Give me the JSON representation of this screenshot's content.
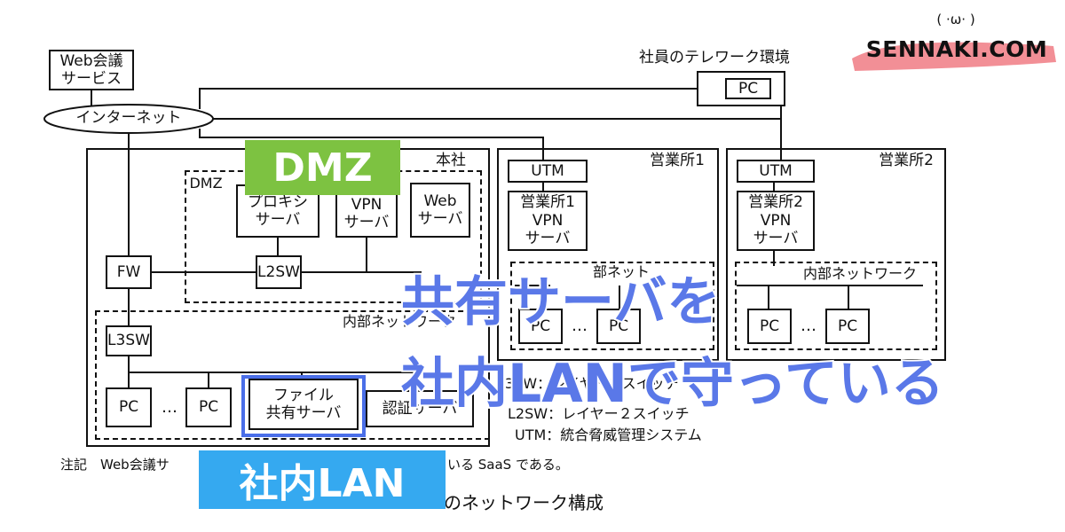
{
  "brand": {
    "text": "SENNAKI.COM",
    "face": "( ·ω· )",
    "accent": "#f07b84"
  },
  "highlights": {
    "dmz": "DMZ",
    "lan": "社内LAN"
  },
  "overlay": {
    "line1": "共有サーバを",
    "line2": "社内LANで守っている"
  },
  "diagram": {
    "web_conf": "Web会議\nサービス",
    "internet": "インターネット",
    "telework_title": "社員のテレワーク環境",
    "telework_pc": "PC",
    "hq_title": "本社",
    "dmz_title": "DMZ",
    "proxy": "プロキシ\nサーバ",
    "vpn": "VPN\nサーバ",
    "web": "Web\nサーバ",
    "fw": "FW",
    "l2sw": "L2SW",
    "internal_title": "内部ネットワーク",
    "l3sw": "L3SW",
    "pc": "PC",
    "dots": "…",
    "file_server": "ファイル\n共有サーバ",
    "auth_server": "認証サーバ",
    "branch1_title": "営業所1",
    "branch2_title": "営業所2",
    "utm": "UTM",
    "branch1_vpn": "営業所1\nVPN\nサーバ",
    "branch2_vpn": "営業所2\nVPN\nサーバ",
    "branch_internal": "内部ネットワーク",
    "branch1_internal_partial": "部ネット",
    "legend_l3": "L3SW：レイヤー３スイッチ",
    "legend_l2": "L2SW：レイヤー２スイッチ",
    "legend_utm": "UTM：統合脅威管理システム",
    "note_prefix": "注記　Web会議サ",
    "note_suffix": "いる SaaS である。",
    "caption": "のネットワーク構成"
  }
}
